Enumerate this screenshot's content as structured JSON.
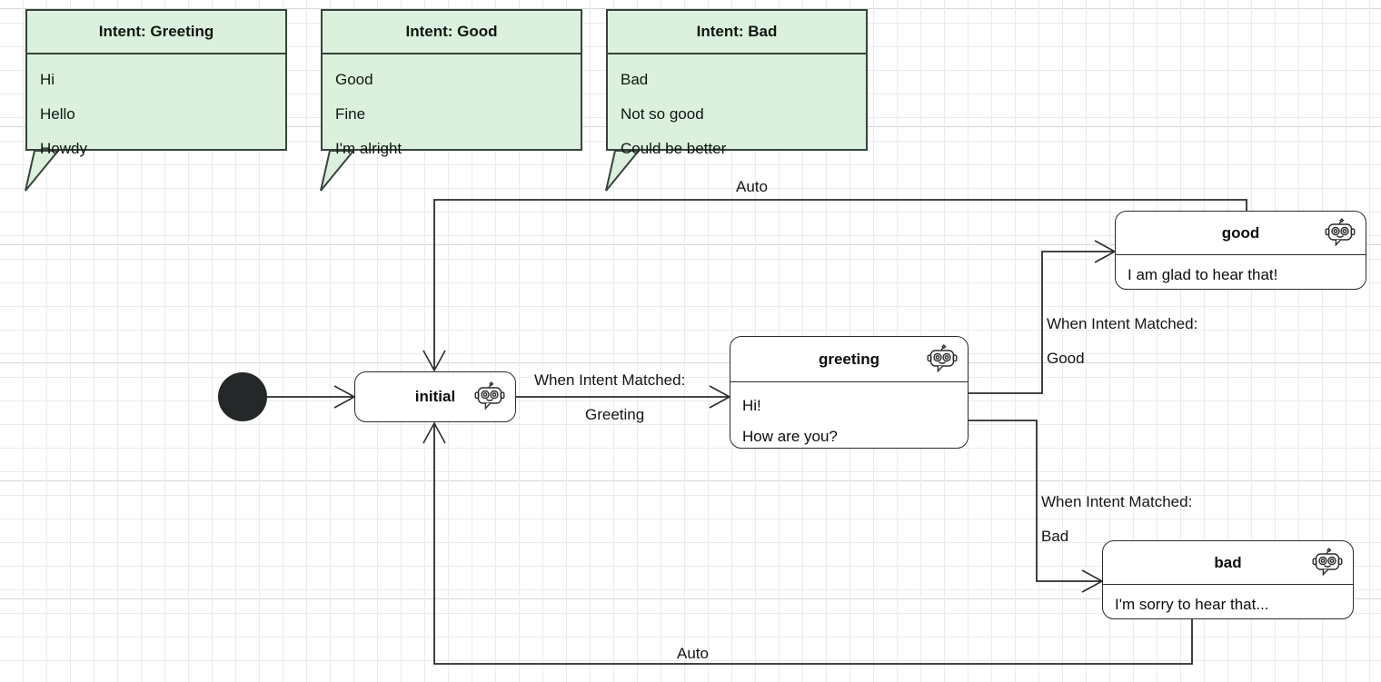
{
  "diagram": {
    "type": "state-machine-chatbot-flow",
    "background": "grid-canvas",
    "colors": {
      "note_fill": "#dbf1dd",
      "note_border": "#36443a",
      "state_fill": "#ffffff",
      "state_border": "#2b2b2b",
      "start_node": "#242828",
      "edge": "#2b2b2b",
      "grid_minor": "#e9ecec",
      "grid_major": "#d4d8d8"
    }
  },
  "notes": [
    {
      "title": "Intent: Greeting",
      "lines": [
        "Hi",
        "Hello",
        "Howdy"
      ]
    },
    {
      "title": "Intent: Good",
      "lines": [
        "Good",
        "Fine",
        "I'm alright"
      ]
    },
    {
      "title": "Intent: Bad",
      "lines": [
        "Bad",
        "Not so good",
        "Could be better"
      ]
    }
  ],
  "states": [
    {
      "id": "initial",
      "title": "initial",
      "lines": [],
      "icon": "robot-icon"
    },
    {
      "id": "greeting",
      "title": "greeting",
      "lines": [
        "Hi!",
        "How are you?"
      ],
      "icon": "robot-icon"
    },
    {
      "id": "good",
      "title": "good",
      "lines": [
        "I am glad to hear that!"
      ],
      "icon": "robot-icon"
    },
    {
      "id": "bad",
      "title": "bad",
      "lines": [
        "I'm sorry to hear that..."
      ],
      "icon": "robot-icon"
    }
  ],
  "start_node": {
    "name": "start-state"
  },
  "transitions": [
    {
      "id": "initial-to-greeting",
      "from": "initial",
      "to": "greeting",
      "label_line1": "When Intent Matched:",
      "label_line2": "Greeting"
    },
    {
      "id": "greeting-to-good",
      "from": "greeting",
      "to": "good",
      "label_line1": "When Intent Matched:",
      "label_line2": "Good"
    },
    {
      "id": "greeting-to-bad",
      "from": "greeting",
      "to": "bad",
      "label_line1": "When Intent Matched:",
      "label_line2": "Bad"
    },
    {
      "id": "good-to-initial",
      "from": "good",
      "to": "initial",
      "label_line1": "Auto",
      "label_line2": ""
    },
    {
      "id": "bad-to-initial",
      "from": "bad",
      "to": "initial",
      "label_line1": "Auto",
      "label_line2": ""
    }
  ]
}
